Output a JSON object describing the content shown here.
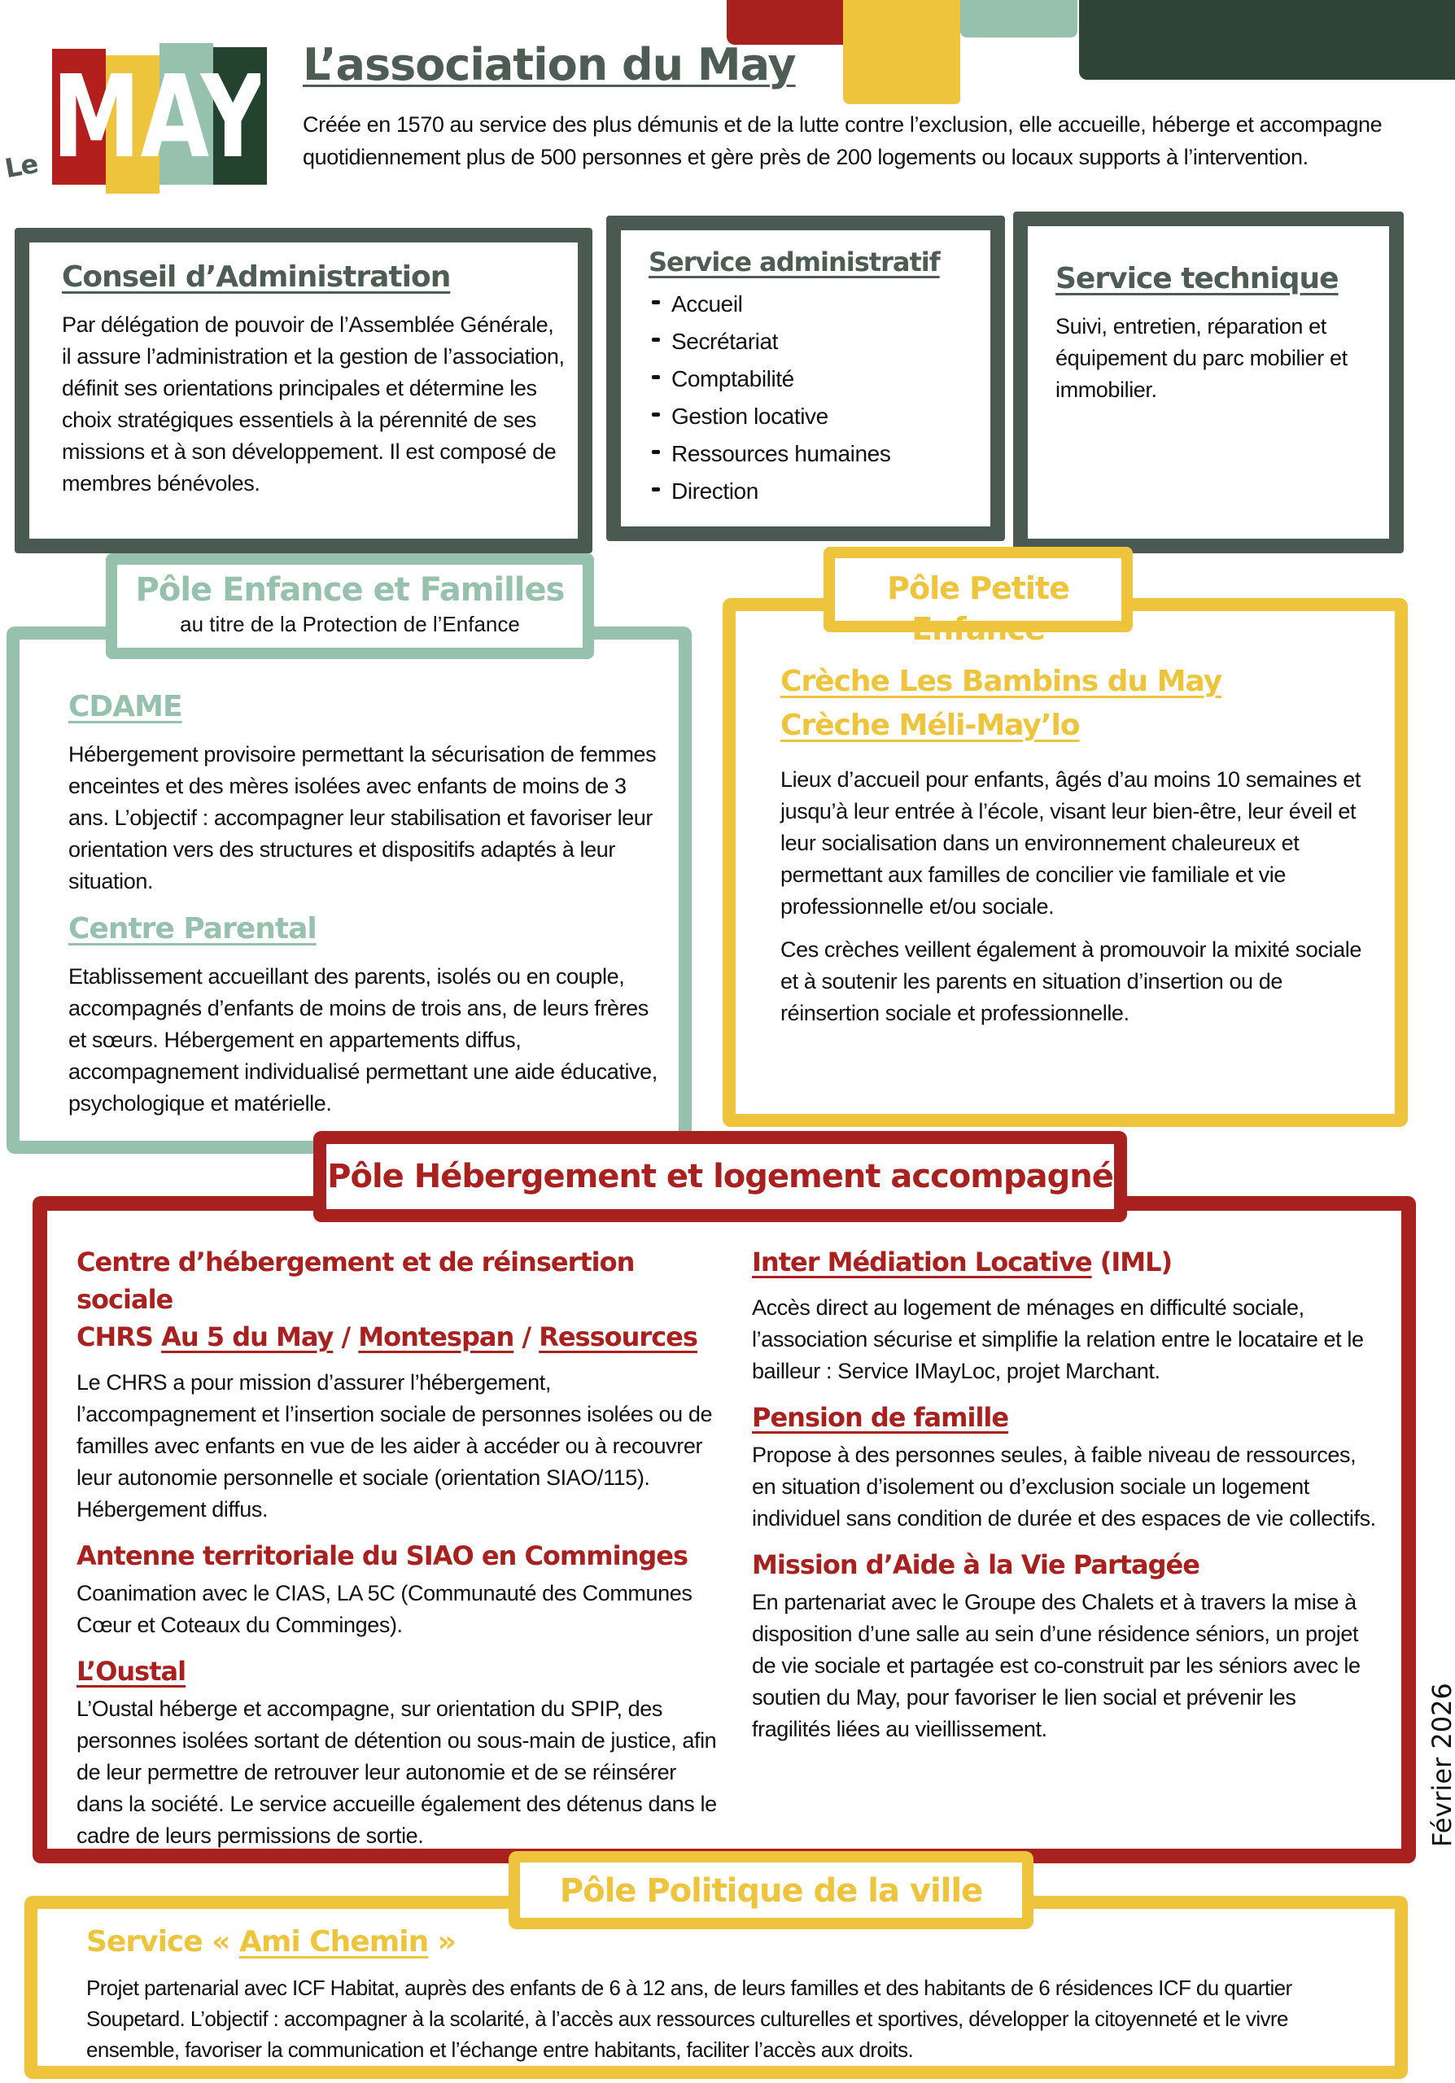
{
  "colors": {
    "red": "#a8211f",
    "yellow": "#eec43c",
    "sage": "#95c1ad",
    "dark_green": "#24432f",
    "slate": "#4a5a52"
  },
  "logo": {
    "prefix": "Le",
    "name": "MAY",
    "letters": [
      "M",
      "A",
      "Y"
    ]
  },
  "header": {
    "title": "L’association du May",
    "intro": "Créée en 1570 au service des plus démunis et de la lutte contre l’exclusion, elle accueille, héberge et accompagne quotidiennement plus de 500 personnes et gère près de 200 logements ou locaux supports à l’intervention."
  },
  "conseil": {
    "title": "Conseil d’Administration",
    "text": "Par délégation de pouvoir de l’Assemblée Générale, il assure l’administration et la gestion de l’association, définit ses orientations principales et détermine les choix stratégiques essentiels à la pérennité de ses missions et à son développement. Il est composé de membres bénévoles."
  },
  "service_admin": {
    "title": "Service administratif",
    "items": [
      "Accueil",
      "Secrétariat",
      "Comptabilité",
      "Gestion locative",
      "Ressources humaines",
      "Direction"
    ]
  },
  "service_tech": {
    "title": "Service technique",
    "text": "Suivi, entretien, réparation et équipement du parc mobilier et immobilier."
  },
  "pole_enfance": {
    "title": "Pôle Enfance et Familles",
    "subtitle": "au titre de la Protection de l’Enfance",
    "sections": [
      {
        "title": "CDAME",
        "text": "Hébergement provisoire permettant la sécurisation de femmes enceintes et des mères isolées avec enfants de moins de 3 ans. L’objectif : accompagner leur stabilisation et favoriser leur orientation vers des structures et dispositifs adaptés à leur situation."
      },
      {
        "title": "Centre Parental",
        "text": "Etablissement accueillant des parents, isolés ou en couple, accompagnés d’enfants de moins de trois ans, de leurs frères et sœurs. Hébergement en appartements diffus, accompagnement individualisé permettant une aide éducative, psychologique et matérielle."
      }
    ]
  },
  "pole_petite_enfance": {
    "title": "Pôle Petite Enfance",
    "creche_1": "Crèche Les Bambins du May",
    "creche_2": "Crèche Méli-May’lo",
    "text_1": "Lieux d’accueil pour enfants, âgés d’au moins 10 semaines et jusqu’à leur entrée à l’école, visant leur bien-être, leur éveil et leur socialisation dans un environnement chaleureux et permettant aux familles de concilier vie familiale et vie professionnelle et/ou sociale.",
    "text_2": "Ces crèches veillent également à promouvoir la mixité sociale et à soutenir les parents en situation d’insertion ou de réinsertion sociale et professionnelle."
  },
  "pole_hebergement": {
    "title": "Pôle Hébergement et logement accompagné",
    "chrs": {
      "title_line1": "Centre d’hébergement et de réinsertion sociale",
      "prefix": "CHRS",
      "links": [
        "Au 5 du May",
        "Montespan",
        "Ressources"
      ],
      "separator": "/",
      "text": "Le CHRS a pour mission d’assurer l’hébergement, l’accompagnement et l’insertion sociale de personnes isolées ou de familles avec enfants en vue de les aider à accéder ou à recouvrer leur autonomie personnelle et sociale (orientation SIAO/115). Hébergement diffus."
    },
    "siao": {
      "title": "Antenne territoriale du SIAO en Comminges",
      "text": "Coanimation avec le CIAS, LA 5C (Communauté des Communes Cœur et Coteaux du Comminges)."
    },
    "oustal": {
      "title": "L’Oustal",
      "text": "L’Oustal héberge et accompagne, sur orientation du SPIP, des personnes isolées sortant de détention ou sous-main de justice, afin de leur permettre de retrouver leur autonomie et de se réinsérer dans la société. Le service accueille également des détenus dans le cadre de leurs permissions de sortie."
    },
    "iml": {
      "title_link": "Inter Médiation Locative",
      "title_suffix": "(IML)",
      "text": "Accès direct au logement de ménages en difficulté sociale, l’association sécurise et simplifie la relation entre le locataire et le bailleur : Service IMayLoc, projet Marchant."
    },
    "pension": {
      "title": "Pension de famille",
      "text": "Propose à des personnes seules, à faible niveau de ressources, en situation d’isolement ou d’exclusion sociale un logement individuel sans condition de durée et des espaces de vie collectifs."
    },
    "mavp": {
      "title": "Mission d’Aide à la Vie Partagée",
      "text": "En partenariat avec le Groupe des Chalets et à travers la mise à disposition d’une salle au sein d’une résidence séniors, un projet de vie sociale et partagée est co-construit par les séniors avec le soutien du May, pour favoriser le lien social et prévenir les fragilités liées au vieillissement."
    }
  },
  "pole_politique": {
    "title": "Pôle Politique de la ville",
    "service_prefix": "Service «",
    "service_link": "Ami Chemin",
    "service_suffix": "»",
    "text": "Projet partenarial avec ICF Habitat, auprès des enfants de 6 à 12 ans, de leurs familles et des habitants de 6 résidences ICF du quartier Soupetard. L’objectif : accompagner à la scolarité, à l’accès aux ressources culturelles et sportives, développer la citoyenneté et le vivre ensemble, favoriser la communication et l’échange entre habitants, faciliter l’accès aux droits."
  },
  "footer": {
    "date": "Février 2026"
  }
}
